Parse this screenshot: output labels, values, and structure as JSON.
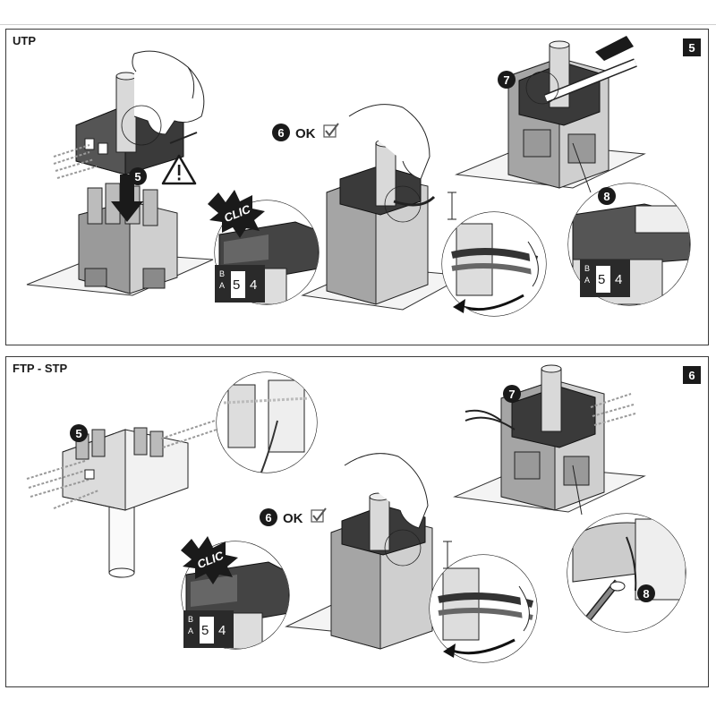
{
  "utp": {
    "label": "UTP",
    "panel_number": "5",
    "step5": "5",
    "step6": "6",
    "ok": "OK",
    "step7": "7",
    "step8": "8",
    "clic": "CLIC",
    "terminal_b": "B",
    "terminal_a": "A",
    "terminal_5": "5",
    "terminal_4": "4",
    "terminal_b2": "B",
    "terminal_a2": "A",
    "terminal_52": "5",
    "terminal_42": "4"
  },
  "ftp": {
    "label": "FTP - STP",
    "panel_number": "6",
    "step5": "5",
    "step6": "6",
    "ok": "OK",
    "step7": "7",
    "step8": "8",
    "clic": "CLIC",
    "terminal_b": "B",
    "terminal_a": "A",
    "terminal_5": "5",
    "terminal_4": "4"
  },
  "colors": {
    "dark_part": "#3a3a3a",
    "mid_part": "#7a7a7a",
    "light_part": "#cfcfcf",
    "outline": "#1a1a1a"
  }
}
